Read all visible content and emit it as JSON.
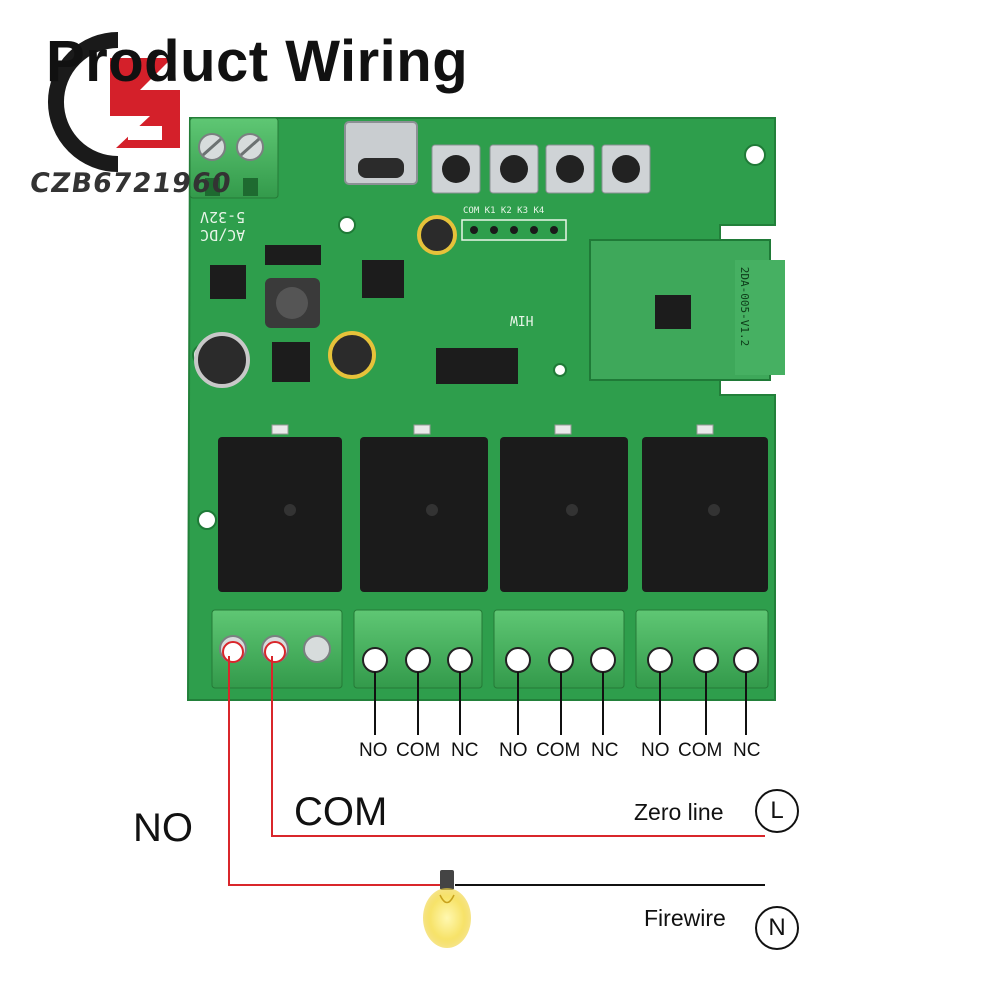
{
  "title": "Product Wiring",
  "watermark": "CZB6721960",
  "board": {
    "input_label_1": "5-32V",
    "input_label_2": "AC/DC",
    "header_pins": "COM K1 K2 K3 K4",
    "module_label": "2DA-005-V1.2",
    "chip_label": "HIW",
    "relay_count": 4
  },
  "terminals": [
    {
      "no": "NO",
      "com": "COM",
      "nc": "NC"
    },
    {
      "no": "NO",
      "com": "COM",
      "nc": "NC"
    },
    {
      "no": "NO",
      "com": "COM",
      "nc": "NC"
    }
  ],
  "wiring": {
    "no_label": "NO",
    "com_label": "COM",
    "zero_line": "Zero line",
    "zero_symbol": "L",
    "firewire": "Firewire",
    "fire_symbol": "N"
  },
  "colors": {
    "pcb": "#2e9e4c",
    "pcb_dark": "#1f7a37",
    "relay": "#1b1b1b",
    "terminal": "#4fb865",
    "wire_red": "#d9262b",
    "wire_black": "#111111",
    "logo_red": "#d4202a"
  }
}
